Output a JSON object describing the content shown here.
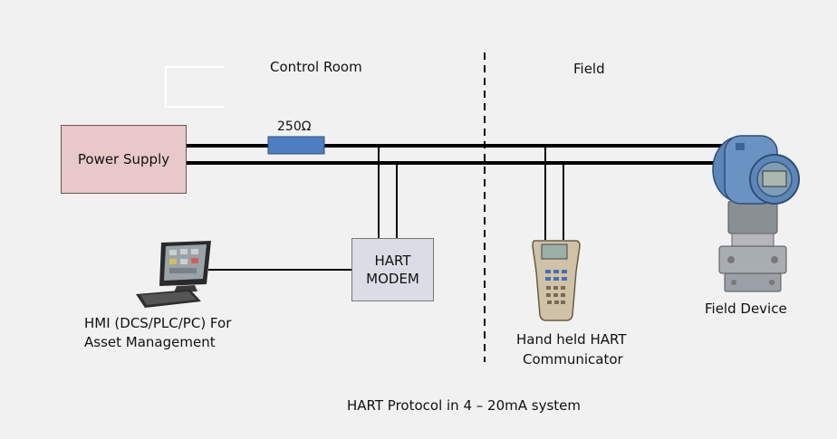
{
  "zones": {
    "control_room": "Control Room",
    "field": "Field"
  },
  "components": {
    "power_supply": "Power Supply",
    "resistor": "250Ω",
    "hart_modem_line1": "HART",
    "hart_modem_line2": "MODEM",
    "hmi_line1": "HMI (DCS/PLC/PC) For",
    "hmi_line2": "Asset Management",
    "handheld_line1": "Hand held HART",
    "handheld_line2": "Communicator",
    "field_device": "Field Device"
  },
  "caption": "HART Protocol in 4 – 20mA system",
  "colors": {
    "background": "#f1f1f1",
    "power_supply_fill": "#e8c8c8",
    "modem_fill": "#dcdce6",
    "resistor_fill": "#4f7ec0",
    "wire": "#000000",
    "device_blue": "#5d86b8"
  },
  "icons": {
    "hmi": "computer-terminal-icon",
    "handheld": "handheld-communicator-icon",
    "field_device": "pressure-transmitter-icon"
  }
}
